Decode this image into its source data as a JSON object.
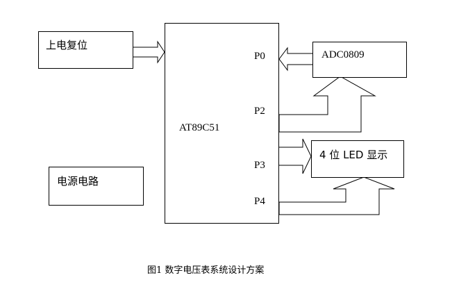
{
  "blocks": {
    "reset": "上电复位",
    "mcu": "AT89C51",
    "adc": "ADC0809",
    "display": "4 位 LED 显示",
    "power": "电源电路"
  },
  "ports": {
    "p0": "P0",
    "p2": "P2",
    "p3": "P3",
    "p4": "P4"
  },
  "caption": "图1  数字电压表系统设计方案"
}
